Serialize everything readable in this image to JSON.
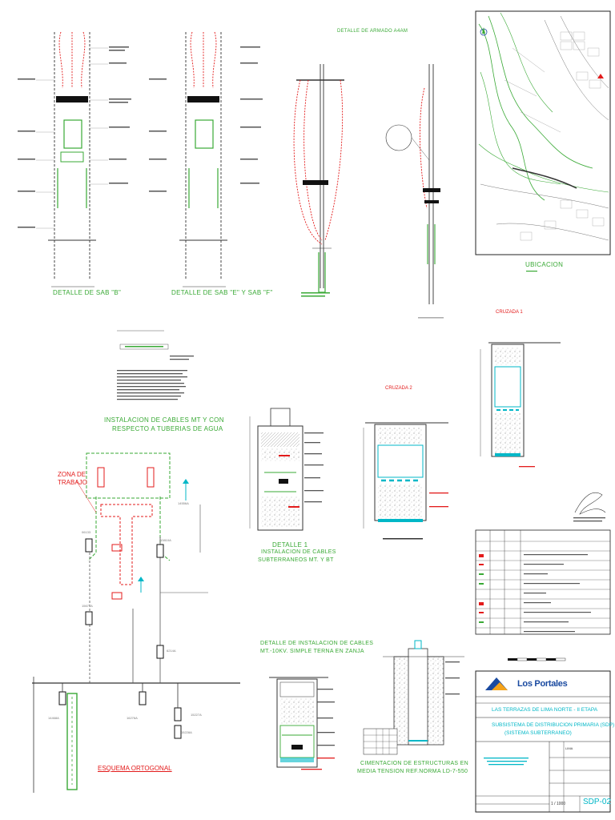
{
  "sections": {
    "sab_b": "DETALLE DE SAB \"B\"",
    "sab_ef": "DETALLE DE SAB \"E\" Y SAB \"F\"",
    "armado": "DETALLE DE ARMADO A4AM",
    "ubicacion": "UBICACION",
    "instalacion_agua": [
      "INSTALACION DE CABLES MT Y CON",
      "RESPECTO A TUBERIAS DE AGUA"
    ],
    "zona_trabajo": [
      "ZONA DE",
      "TRABAJO"
    ],
    "detalle1": [
      "DETALLE 1",
      "INSTALACION DE CABLES",
      "SUBTERRANEOS MT. Y BT"
    ],
    "cruzada1": "CRUZADA 1",
    "cruzada2": "CRUZADA 2",
    "zanja": [
      "DETALLE DE INSTALACION DE CABLES",
      "MT.-10KV. SIMPLE TERNA EN ZANJA"
    ],
    "cimentacion": [
      "CIMENTACION DE ESTRUCTURAS EN",
      "MEDIA TENSION REF.NORMA LD-7-550"
    ],
    "esquema": "ESQUEMA ORTOGONAL"
  },
  "node_labels": [
    "06133",
    "15677A",
    "13810A",
    "6214A",
    "14468A",
    "16276A",
    "15227A",
    "15228A",
    "14556A"
  ],
  "title_block": {
    "brand": "Los Portales",
    "project": "LAS TERRAZAS DE LIMA NORTE - II ETAPA",
    "subtitle1": "SUBSISTEMA DE DISTRIBUCION PRIMARIA (SDP)",
    "subtitle2": "(SISTEMA SUBTERRANEO)",
    "plan_code": "SDP-02",
    "scale": "1 / 1000",
    "location": "LIMA"
  },
  "colors": {
    "green": "#39a935",
    "red": "#e31b1b",
    "cyan": "#00b7c7",
    "blue": "#1a4aa0",
    "orange": "#f5a31a"
  }
}
